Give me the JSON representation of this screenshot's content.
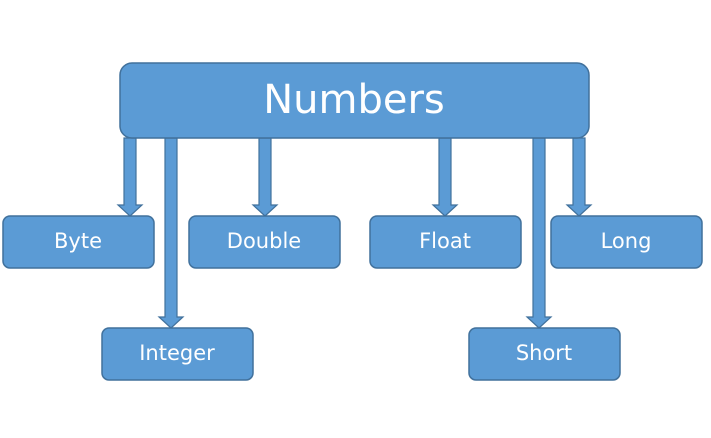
{
  "diagram": {
    "root": {
      "label": "Numbers"
    },
    "children": [
      {
        "id": "byte",
        "label": "Byte"
      },
      {
        "id": "double",
        "label": "Double"
      },
      {
        "id": "float",
        "label": "Float"
      },
      {
        "id": "long",
        "label": "Long"
      },
      {
        "id": "integer",
        "label": "Integer"
      },
      {
        "id": "short",
        "label": "Short"
      }
    ]
  },
  "colors": {
    "box_fill": "#5b9bd5",
    "box_border": "#41719c",
    "text": "#ffffff"
  }
}
